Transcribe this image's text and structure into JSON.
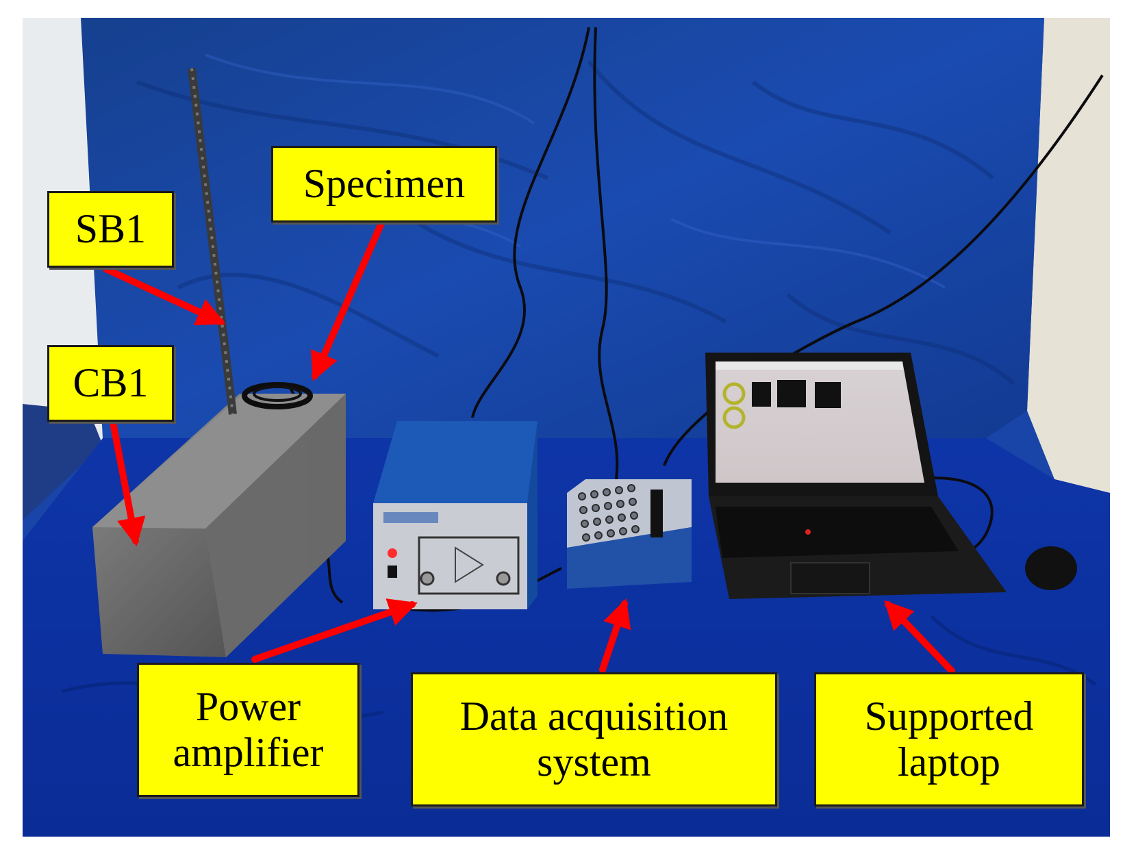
{
  "labels": {
    "sb1": "SB1",
    "specimen": "Specimen",
    "cb1": "CB1",
    "power_amplifier": {
      "line1": "Power",
      "line2": "amplifier"
    },
    "data_acquisition": {
      "line1": "Data acquisition",
      "line2": "system"
    },
    "laptop": {
      "line1": "Supported",
      "line2": "laptop"
    }
  },
  "colors": {
    "label_background": "#ffff00",
    "arrow": "#ff0000",
    "backdrop": "#123f9c",
    "table_cloth": "#0c33a6",
    "concrete": "#6d6d6d"
  }
}
